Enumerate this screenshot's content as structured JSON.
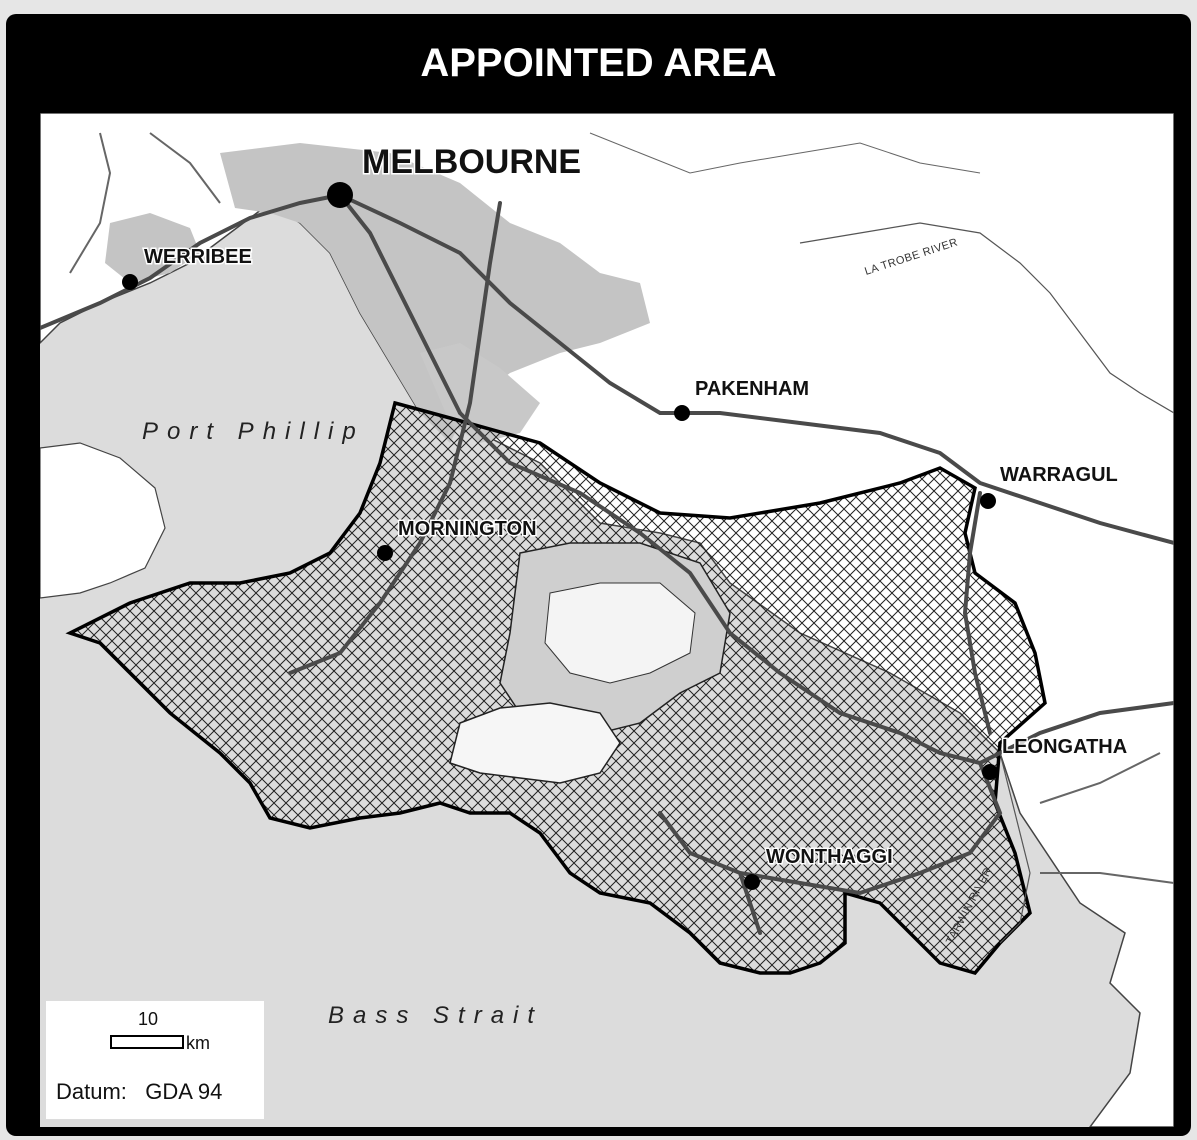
{
  "title": "APPOINTED AREA",
  "towns": {
    "melbourne": "MELBOURNE",
    "werribee": "WERRIBEE",
    "pakenham": "PAKENHAM",
    "warragul": "WARRAGUL",
    "mornington": "MORNINGTON",
    "leongatha": "LEONGATHA",
    "wonthaggi": "WONTHAGGI"
  },
  "water": {
    "port_phillip": "Port Phillip",
    "bass_strait": "Bass Strait"
  },
  "rivers": {
    "la_trobe": "LA TROBE RIVER",
    "tarwin": "TARWIN RIVER"
  },
  "scale": {
    "value": "10",
    "unit": "km",
    "datum_label": "Datum:",
    "datum_value": "GDA 94"
  },
  "colors": {
    "frame": "#000000",
    "land": "#ffffff",
    "water": "#dcdcdc",
    "urban": "#c4c4c4",
    "roads": "#4a4a4a",
    "appointed_area_hatch": "#222222"
  }
}
